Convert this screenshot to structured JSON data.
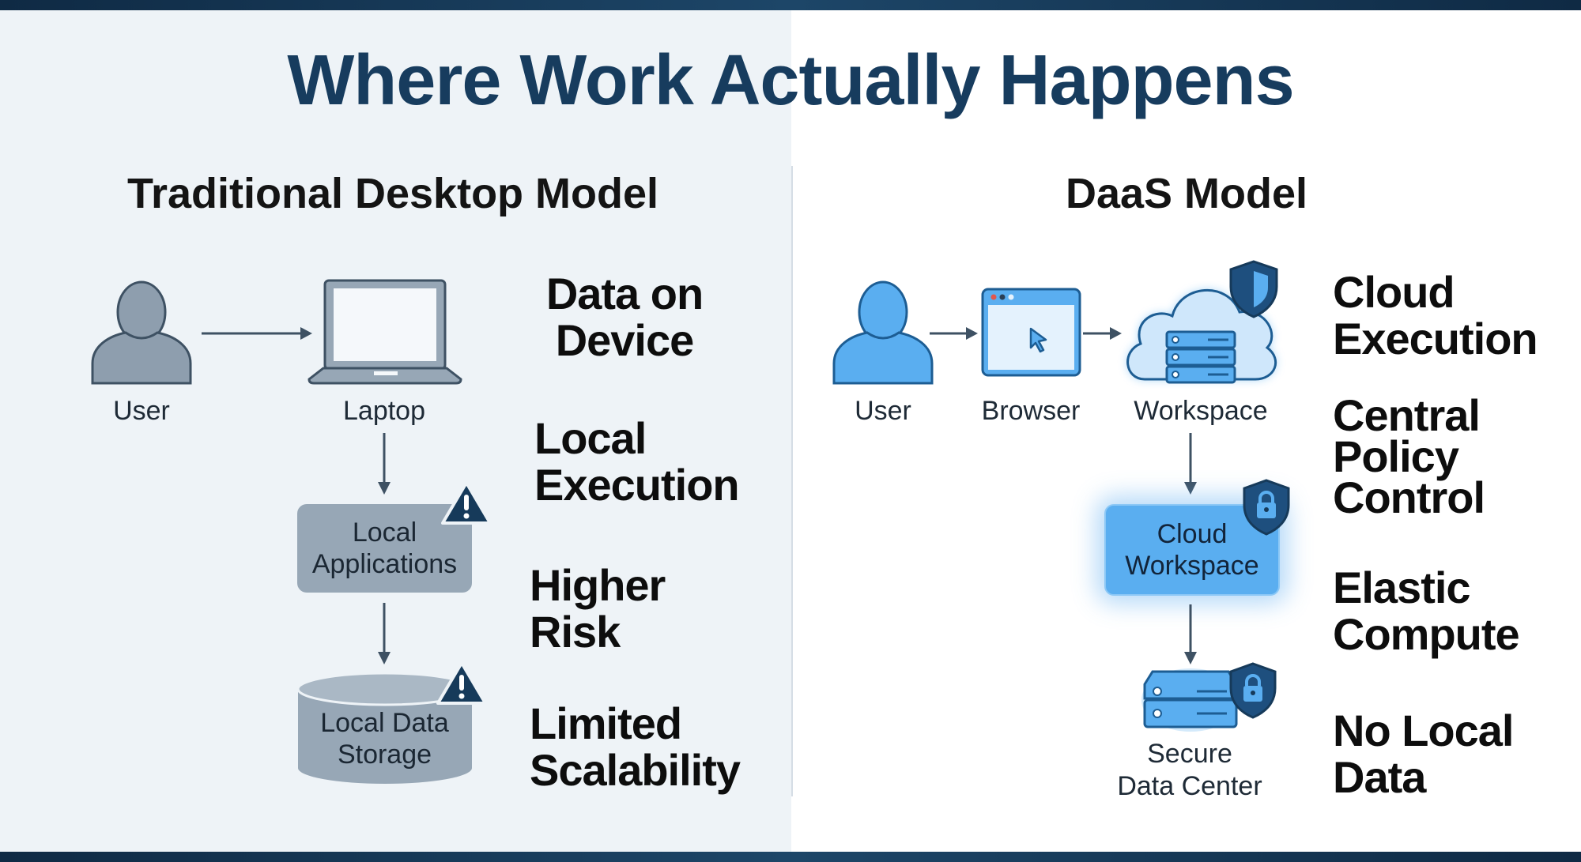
{
  "title": "Where Work Actually Happens",
  "traditional": {
    "heading": "Traditional Desktop Model",
    "nodes": {
      "user": "User",
      "laptop": "Laptop",
      "apps": [
        "Local",
        "Applications"
      ],
      "storage": [
        "Local Data",
        "Storage"
      ]
    },
    "points": [
      "Data on\nDevice",
      "Local\nExecution",
      "Higher\nRisk",
      "Limited\nScalability"
    ]
  },
  "daas": {
    "heading": "DaaS Model",
    "nodes": {
      "user": "User",
      "browser": "Browser",
      "workspace": "Workspace",
      "cloud_workspace": [
        "Cloud",
        "Workspace"
      ],
      "datacenter": [
        "Secure",
        "Data Center"
      ]
    },
    "points": [
      "Cloud\nExecution",
      "Central\nPolicy\nControl",
      "Elastic\nCompute",
      "No Local\nData"
    ]
  },
  "colors": {
    "title": "#173c5e",
    "gray_fill": "#97a7b6",
    "gray_stroke": "#3e5163",
    "blue_fill": "#5aaef0",
    "blue_stroke": "#1d5d93",
    "navy": "#163a5a"
  }
}
